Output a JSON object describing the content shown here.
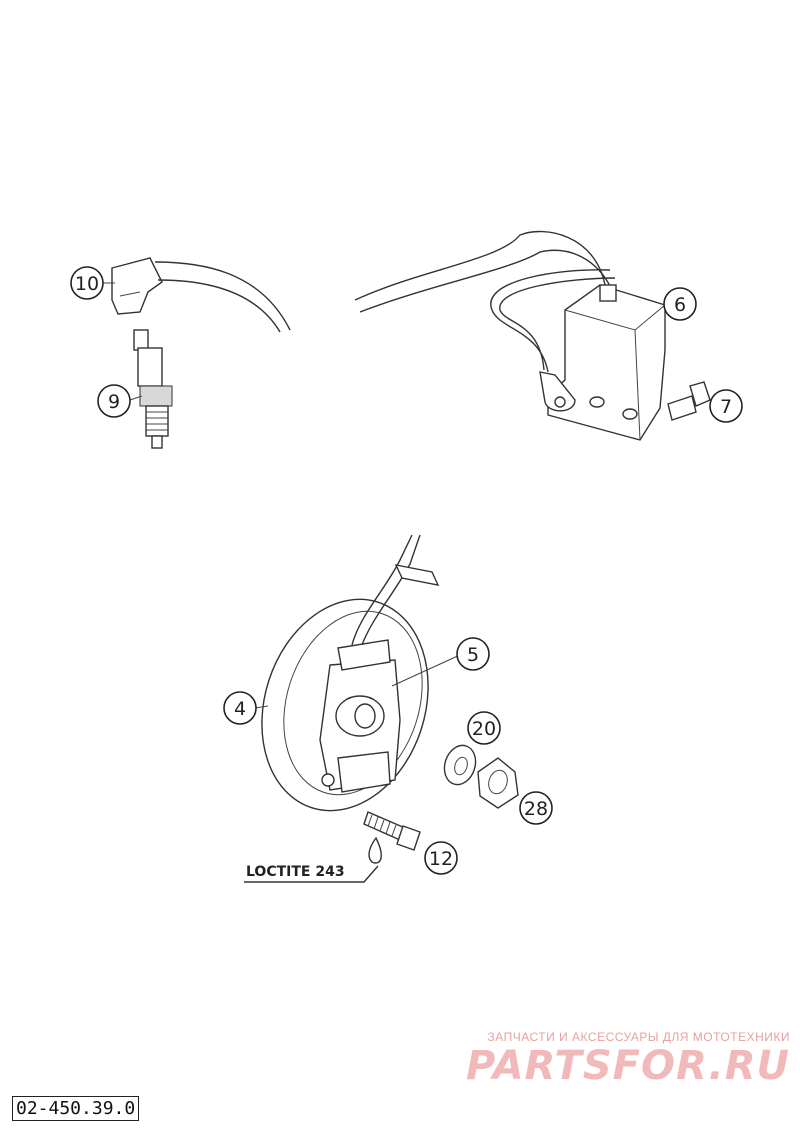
{
  "callouts": [
    {
      "id": "c10",
      "label": "10"
    },
    {
      "id": "c9",
      "label": "9"
    },
    {
      "id": "c6",
      "label": "6"
    },
    {
      "id": "c7",
      "label": "7"
    },
    {
      "id": "c5",
      "label": "5"
    },
    {
      "id": "c4",
      "label": "4"
    },
    {
      "id": "c20",
      "label": "20"
    },
    {
      "id": "c28",
      "label": "28"
    },
    {
      "id": "c12",
      "label": "12"
    }
  ],
  "loctite_label": "LOCTITE 243",
  "watermark": {
    "tagline": "ЗАПЧАСТИ И АКСЕССУАРЫ ДЛЯ МОТОТЕХНИКИ",
    "logo": "PARTSFOR.RU"
  },
  "drawing_number": "02-450.39.0"
}
